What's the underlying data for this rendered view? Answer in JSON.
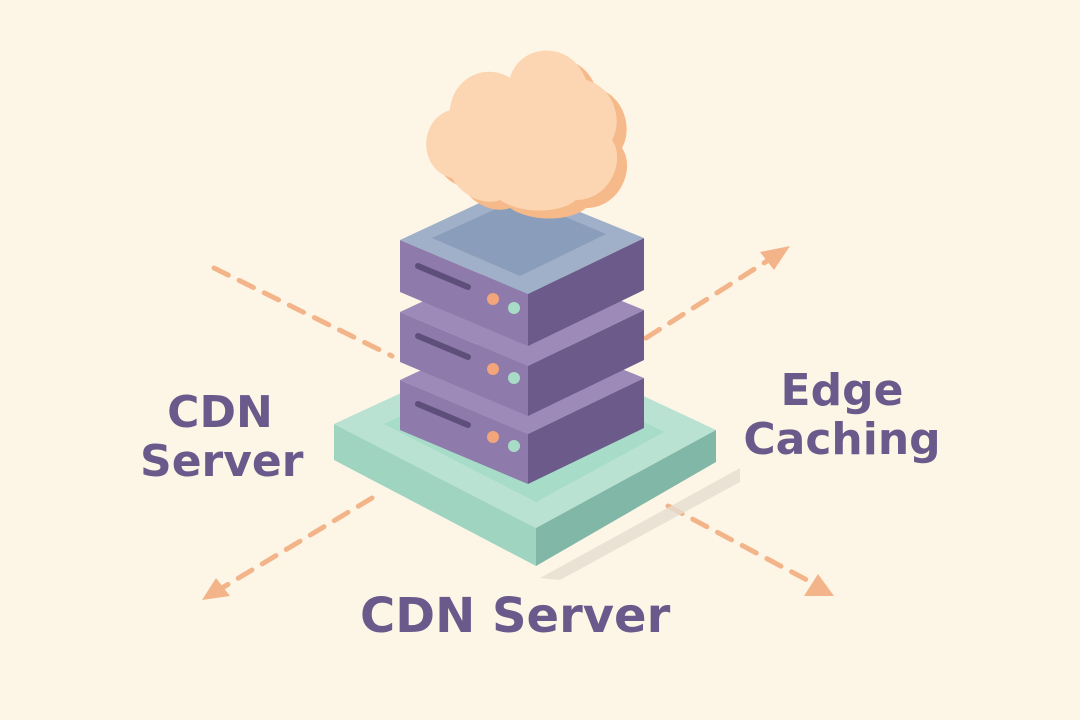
{
  "labels": {
    "left": [
      "CDN",
      "Server"
    ],
    "right": [
      "Edge",
      "Caching"
    ],
    "bottom": "CDN Server"
  },
  "colors": {
    "background": "#fdf6e6",
    "label_text": "#6a5a8c",
    "arrow": "#f3b48a",
    "cloud": "#fcd6b2",
    "server_top": "#8a9dbb",
    "server_front": "#8e7aab",
    "server_side": "#6b5a8a",
    "base": "#a6dcc8",
    "led_orange": "#f2a57a",
    "led_mint": "#a9dcc6"
  },
  "icons": [
    "cloud-icon",
    "server-rack-icon",
    "arrow-icon"
  ]
}
